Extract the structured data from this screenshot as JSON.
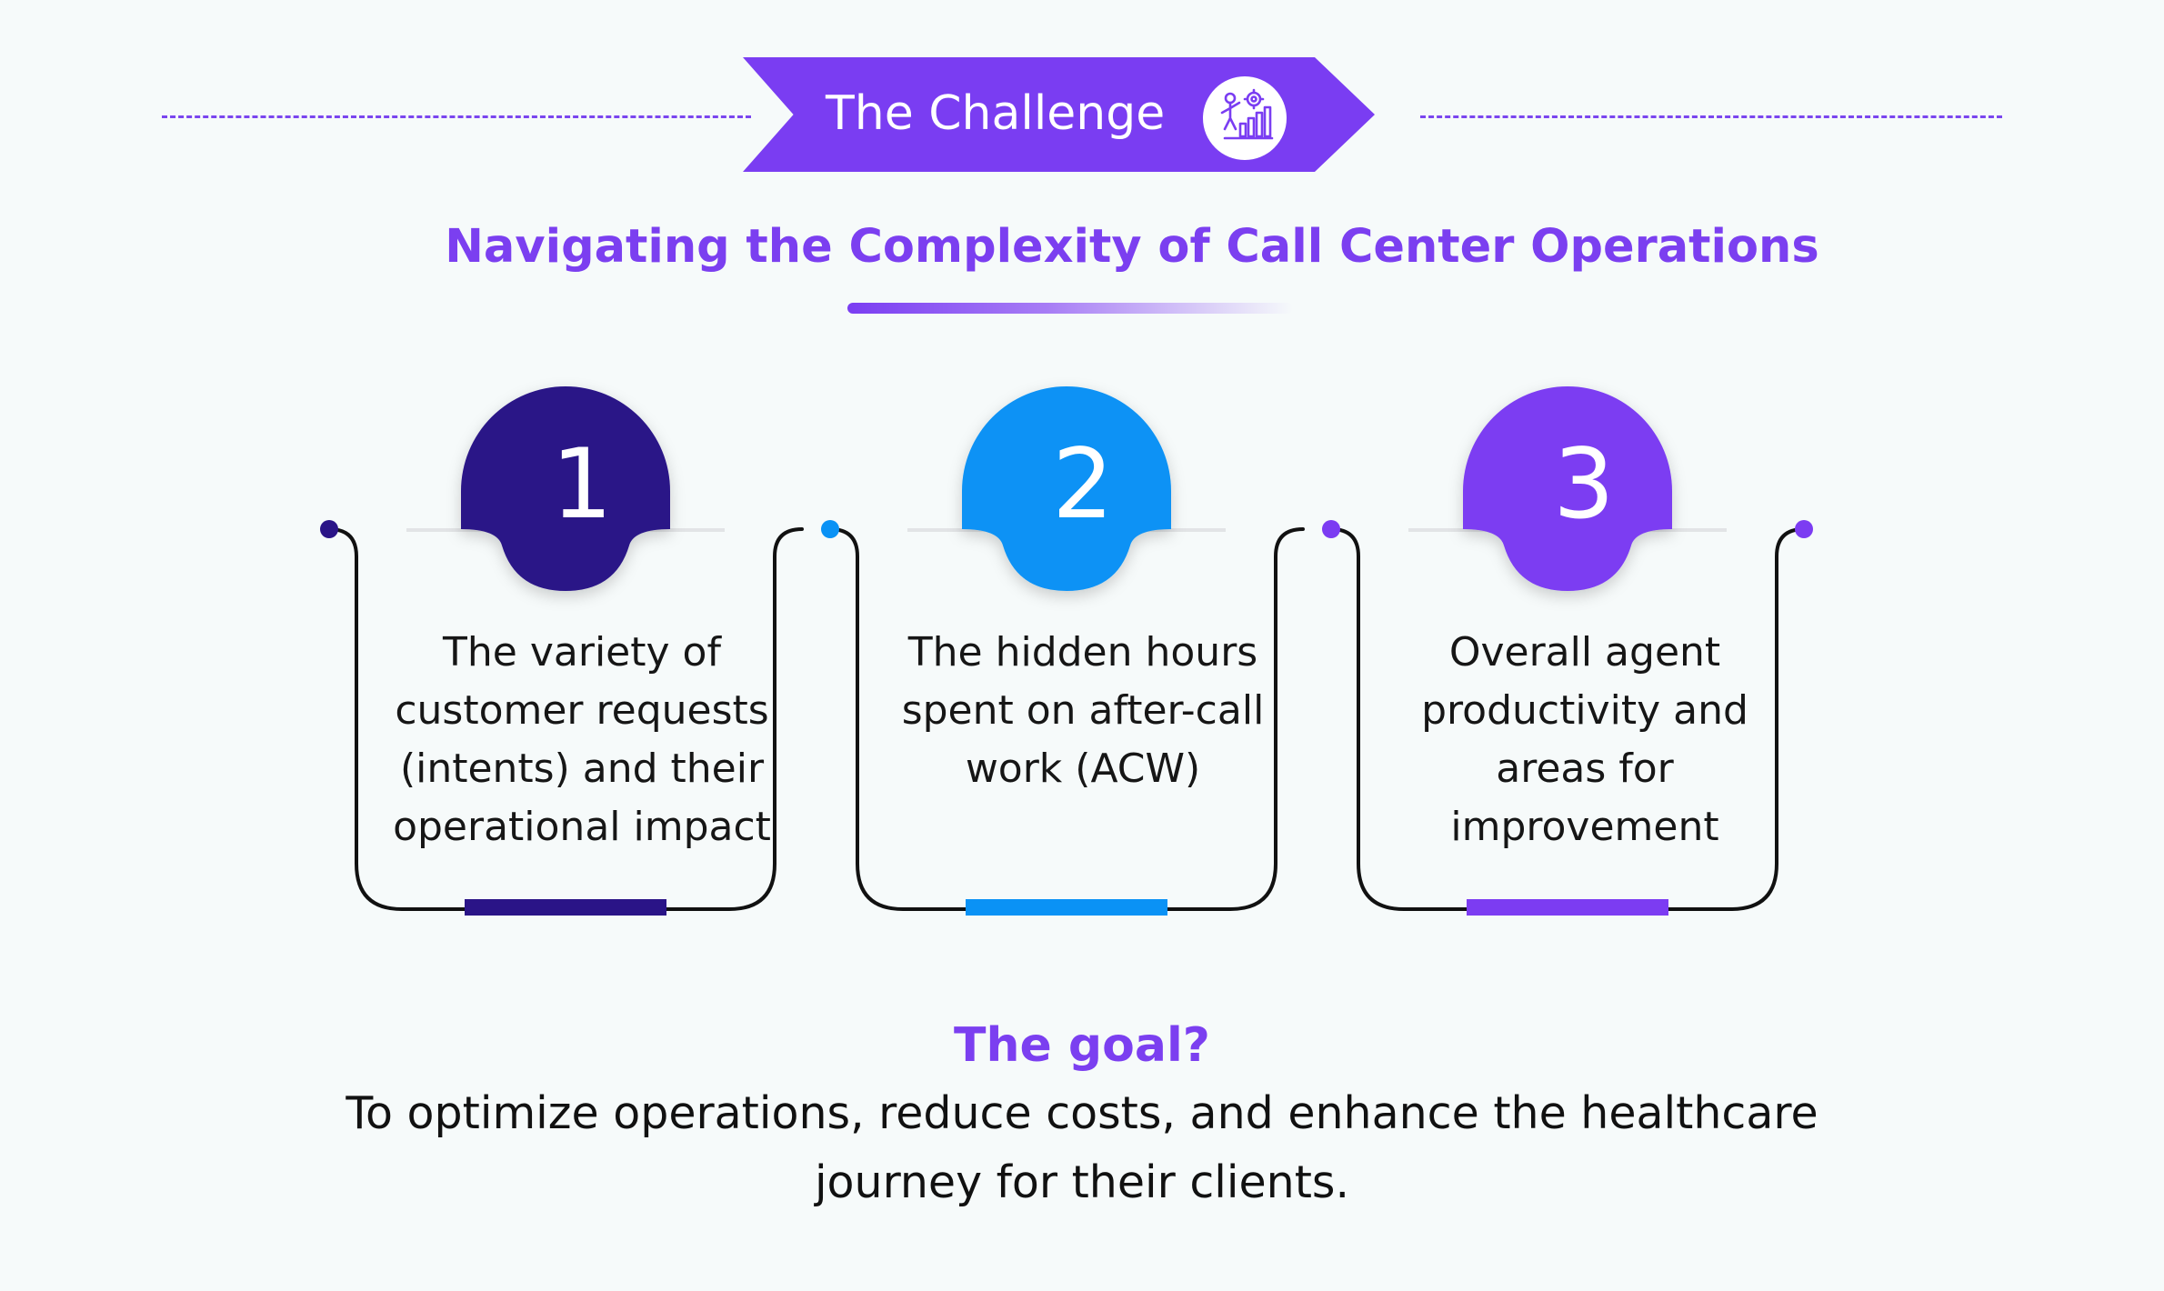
{
  "header": {
    "banner_label": "The Challenge",
    "banner_icon": "productivity-chart-icon",
    "subtitle": "Navigating the Complexity of Call Center Operations"
  },
  "steps": [
    {
      "number": "1",
      "text": "The variety of customer requests (intents) and their operational impact",
      "color": "#2a1487"
    },
    {
      "number": "2",
      "text": "The hidden hours spent on after-call work (ACW)",
      "color": "#0a92f5"
    },
    {
      "number": "3",
      "text": "Overall agent productivity and areas for improvement",
      "color": "#7c3cf2"
    }
  ],
  "goal": {
    "heading": "The goal?",
    "text": "To optimize operations, reduce costs, and enhance the healthcare journey for their clients."
  },
  "colors": {
    "accent": "#7a3df2",
    "outline": "#111111",
    "background": "#f6fafa"
  }
}
